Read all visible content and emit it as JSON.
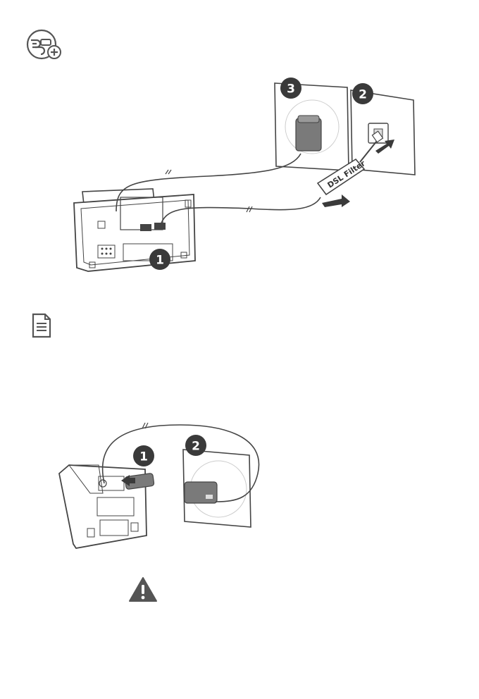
{
  "icons": {
    "add_handset": "add-handset-icon",
    "note": "note-icon",
    "warning": "warning-icon"
  },
  "diagram_telephone_base": {
    "dsl_filter_label": "DSL Filter",
    "step_badges": [
      "1",
      "2",
      "3"
    ]
  },
  "diagram_charger": {
    "step_badges": [
      "1",
      "2"
    ]
  },
  "colors": {
    "line": "#444444",
    "badge_fill": "#3a3a3a",
    "badge_text": "#ffffff",
    "adapter_fill": "#7a7a7a",
    "arrow_fill": "#3a3a3a"
  }
}
